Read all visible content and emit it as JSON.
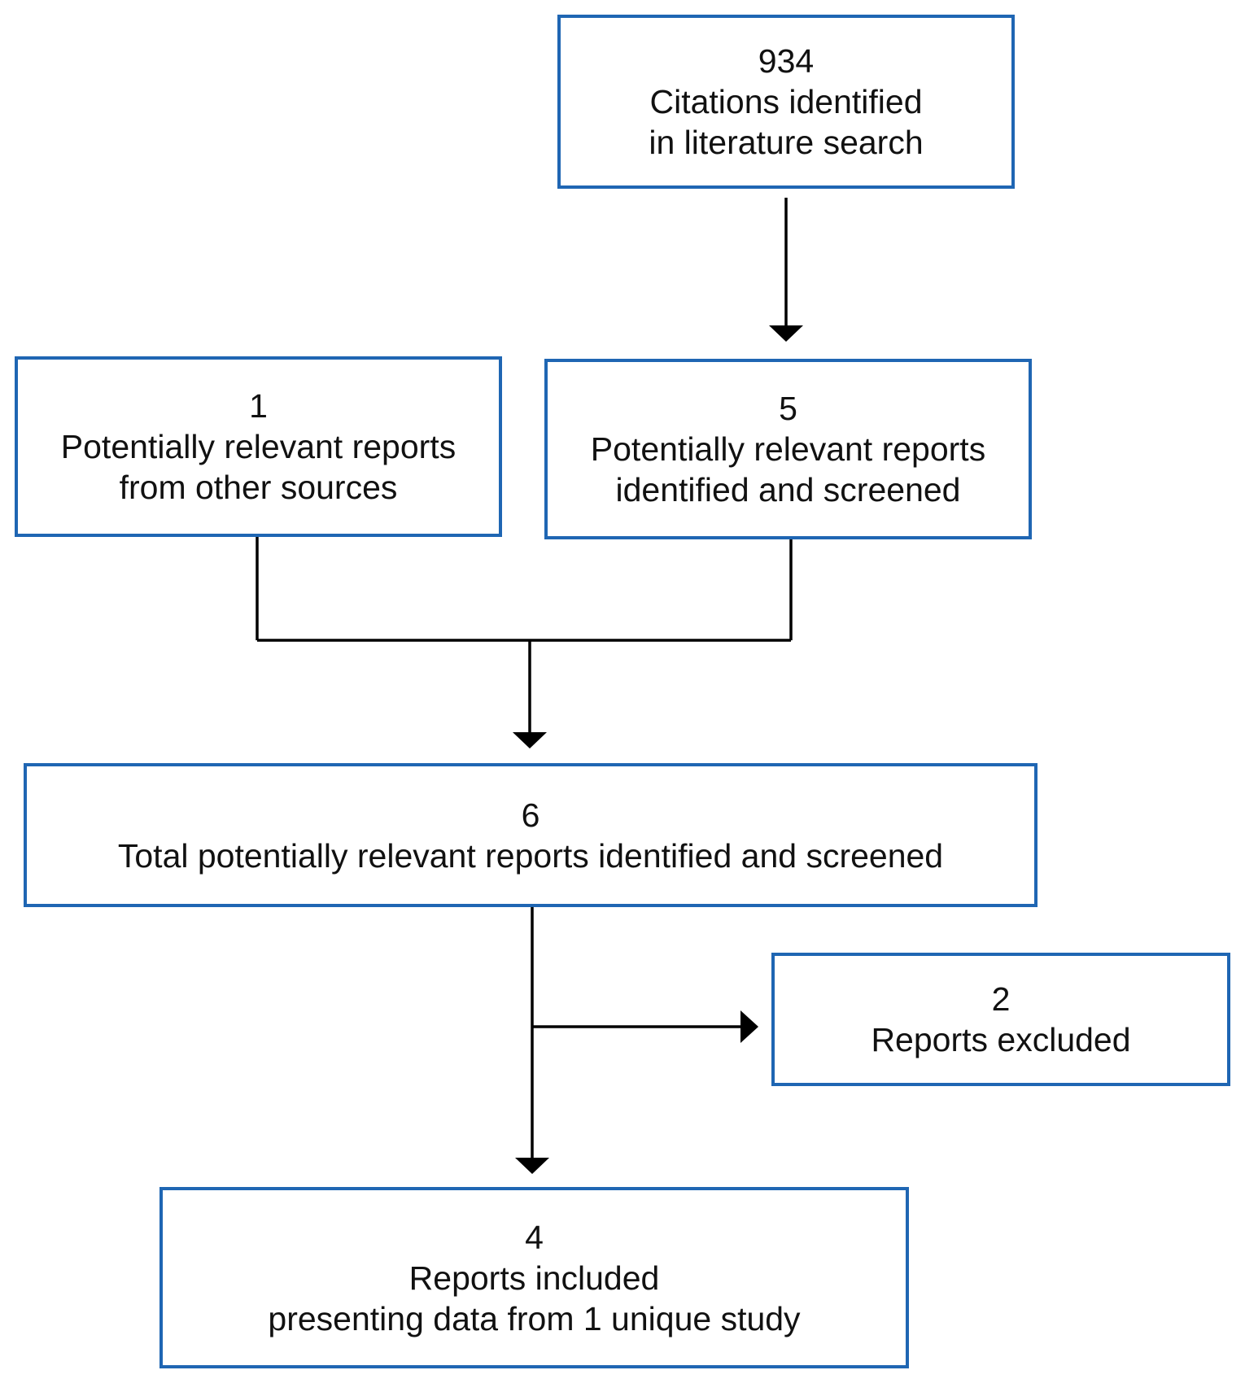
{
  "flow": {
    "search": {
      "count": "934",
      "line1": "Citations identified",
      "line2": "in literature search"
    },
    "other_sources": {
      "count": "1",
      "line1": "Potentially relevant reports",
      "line2": "from other sources"
    },
    "screened": {
      "count": "5",
      "line1": "Potentially relevant reports",
      "line2": "identified and screened"
    },
    "total": {
      "count": "6",
      "line1": "Total potentially relevant reports identified and screened"
    },
    "excluded": {
      "count": "2",
      "line1": "Reports excluded"
    },
    "included": {
      "count": "4",
      "line1": "Reports included",
      "line2": "presenting data from 1 unique study"
    }
  },
  "colors": {
    "box_border": "#1f66b3",
    "connector": "#000000"
  }
}
